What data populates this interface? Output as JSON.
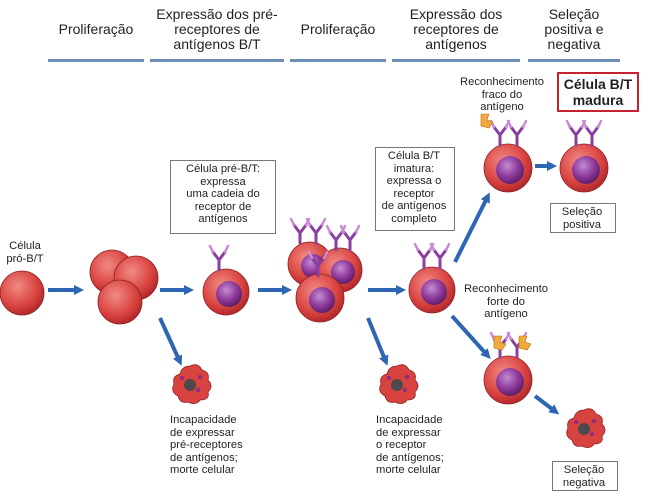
{
  "stages": [
    {
      "label": "Proliferação"
    },
    {
      "label": "Expressão dos pré-receptores de antígenos B/T"
    },
    {
      "label": "Proliferação"
    },
    {
      "label": "Expressão dos receptores de antígenos"
    },
    {
      "label": "Seleção positiva e negativa"
    }
  ],
  "labels": {
    "pro_cell": "Célula\npró-B/T",
    "pre_cell": "Célula pré-B/T:\nexpressa\numa cadeia do\nreceptor de\nantígenos",
    "immature_cell": "Célula B/T\nimatura:\nexpressa o\nreceptor\nde antígenos\ncompleto",
    "weak_recognition": "Reconhecimento\nfraco do\nantígeno",
    "strong_recognition": "Reconhecimento\nforte do\nantígeno",
    "mature_cell": "Célula B/T\nmadura",
    "positive_selection": "Seleção\npositiva",
    "negative_selection": "Seleção\nnegativa",
    "death1": "Incapacidade\nde expressar\npré-receptores\nde antígenos;\nmorte celular",
    "death2": "Incapacidade\nde expressar\no receptor\nde antígenos;\nmorte celular"
  },
  "colors": {
    "cell_fill": "#d94a4f",
    "nucleus": "#8b2a8a",
    "arrow": "#2f66b3",
    "header_rule": "#6e8fb5",
    "mature_box": "#c8202f",
    "antigen": "#f4a93b"
  }
}
